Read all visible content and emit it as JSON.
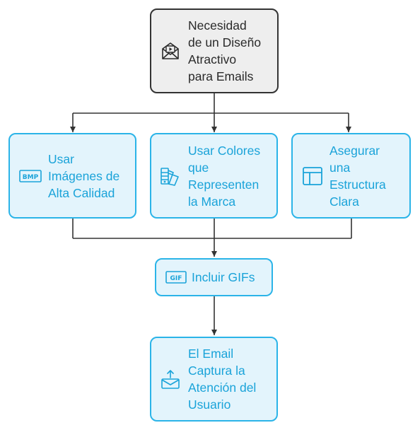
{
  "nodes": {
    "need": {
      "label": "Necesidad\nde un Diseño\nAtractivo\npara Emails",
      "icon": "email-video-icon"
    },
    "images": {
      "label": "Usar\nImágenes de\nAlta Calidad",
      "icon": "bmp-file-icon",
      "icon_text": "BMP"
    },
    "colors": {
      "label": "Usar Colores\nque\nRepresenten\nla Marca",
      "icon": "color-swatch-icon"
    },
    "structure": {
      "label": "Asegurar\nuna\nEstructura\nClara",
      "icon": "layout-icon"
    },
    "gifs": {
      "label": "Incluir GIFs",
      "icon": "gif-file-icon",
      "icon_text": "GIF"
    },
    "result": {
      "label": "El Email\nCaptura la\nAtención del\nUsuario",
      "icon": "mail-upload-icon"
    }
  },
  "colors": {
    "accent": "#2bb4e8",
    "accent_text": "#1aa3d9",
    "accent_fill": "#e3f4fc",
    "top_fill": "#eeeeee",
    "top_border": "#333333",
    "edge": "#333333"
  }
}
